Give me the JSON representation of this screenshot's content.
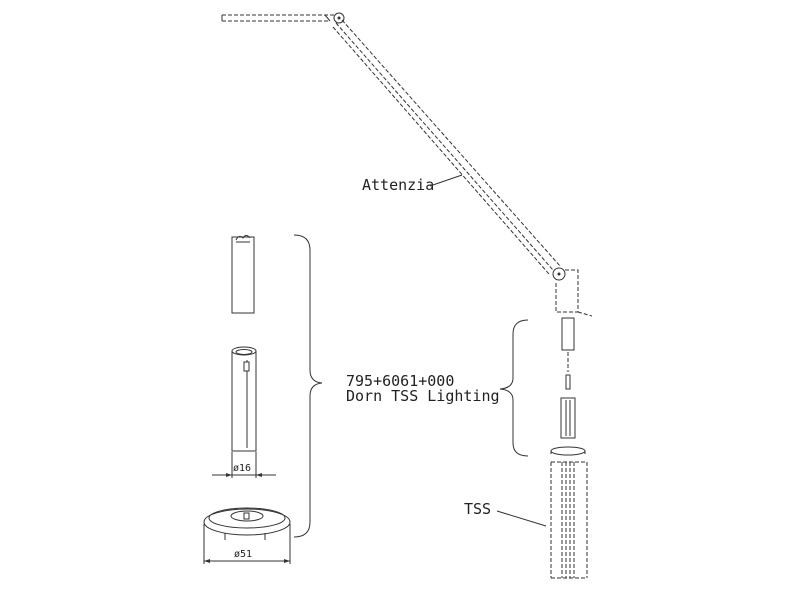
{
  "labels": {
    "lamp_name": "Attenzia",
    "part_number": "795+6061+000",
    "part_description": "Dorn TSS Lighting",
    "system_name": "TSS"
  },
  "dimensions": {
    "tube_diameter": "ø16",
    "base_diameter": "ø51"
  }
}
